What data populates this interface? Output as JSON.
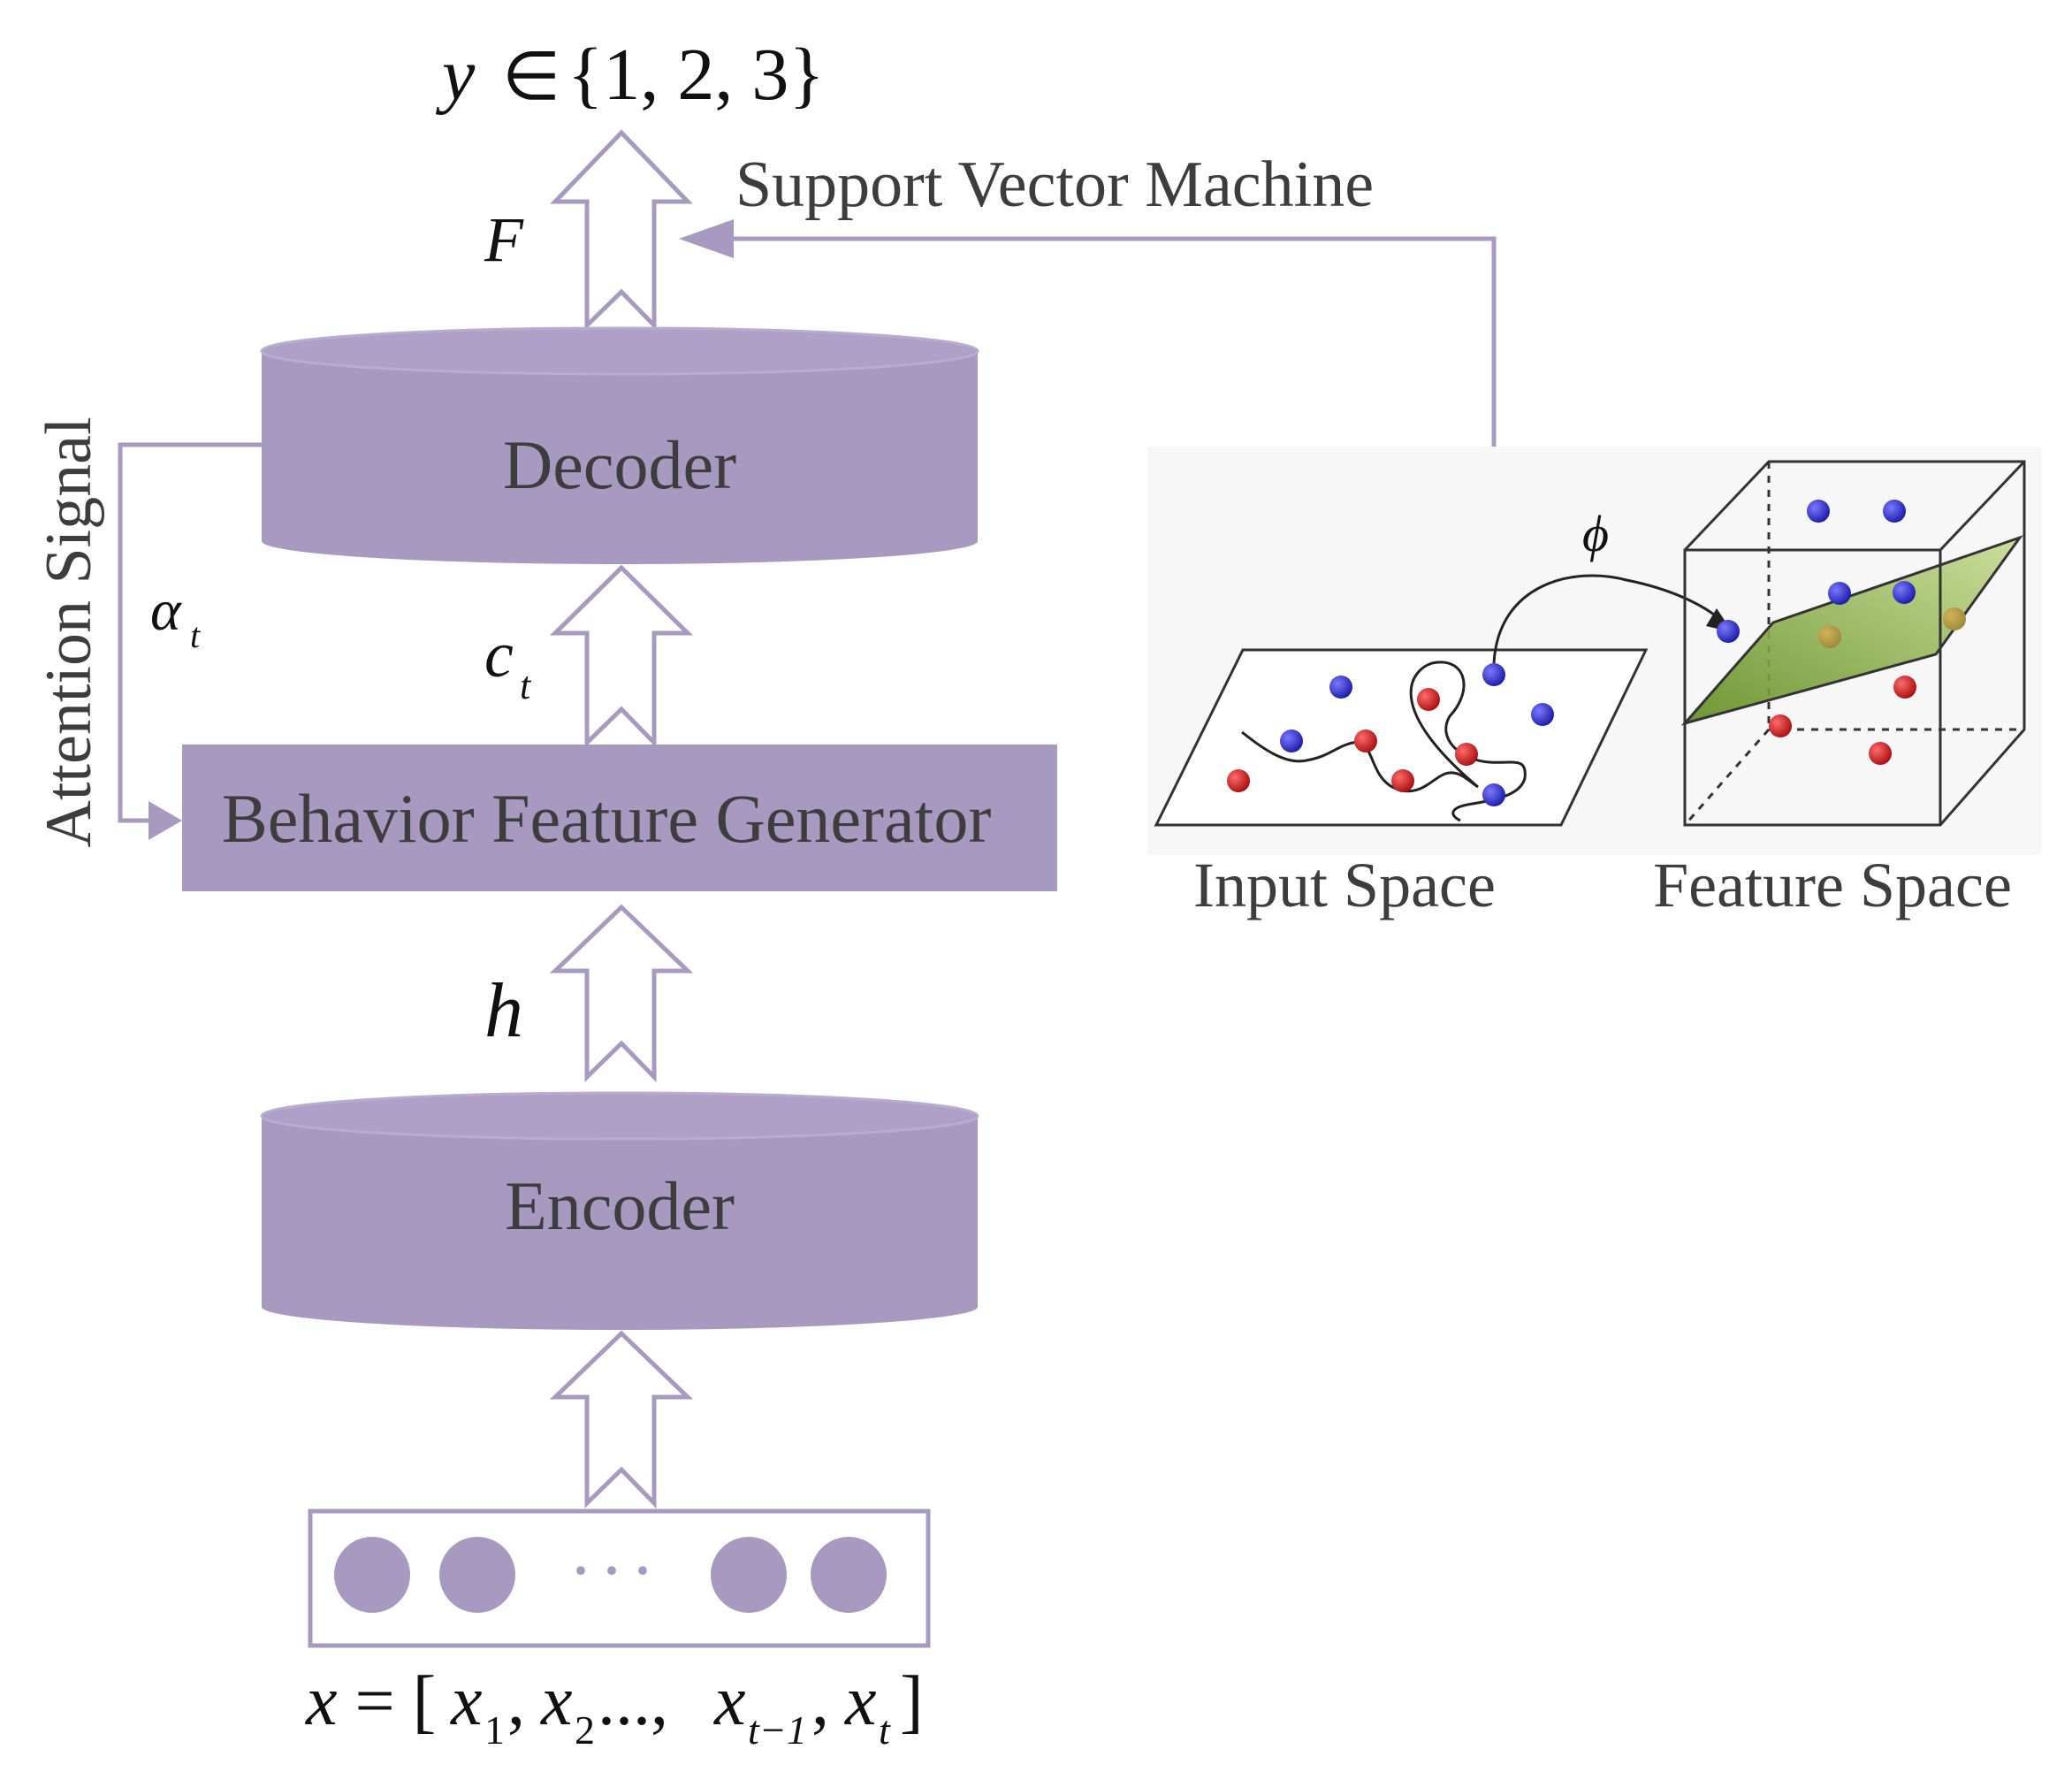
{
  "output": {
    "var": "y",
    "rel": "∈",
    "set": "{1, 2, 3}"
  },
  "labels": {
    "F": "F",
    "c": "c",
    "c_sub": "t",
    "alpha": "α",
    "alpha_sub": "t",
    "h": "h",
    "attention_signal": "Attention Signal",
    "svm": "Support Vector Machine",
    "phi": "ϕ"
  },
  "blocks": {
    "decoder": "Decoder",
    "generator": "Behavior Feature Generator",
    "encoder": "Encoder"
  },
  "input": {
    "dots": "· · ·",
    "formula_lhs": "x = [",
    "x": "x",
    "sub1": "1",
    "sub2": "2",
    "ellipsis": "...,",
    "subtm1": "t−1",
    "subt": "t",
    "close": "]"
  },
  "svm_figure": {
    "input_space": "Input Space",
    "feature_space": "Feature Space"
  },
  "colors": {
    "block": "#a899c1",
    "line": "#a899c1",
    "text": "#3d3d3d",
    "point_blue": "#2b2bbf",
    "point_red": "#c41a1a",
    "plane": "#8fb04a"
  }
}
